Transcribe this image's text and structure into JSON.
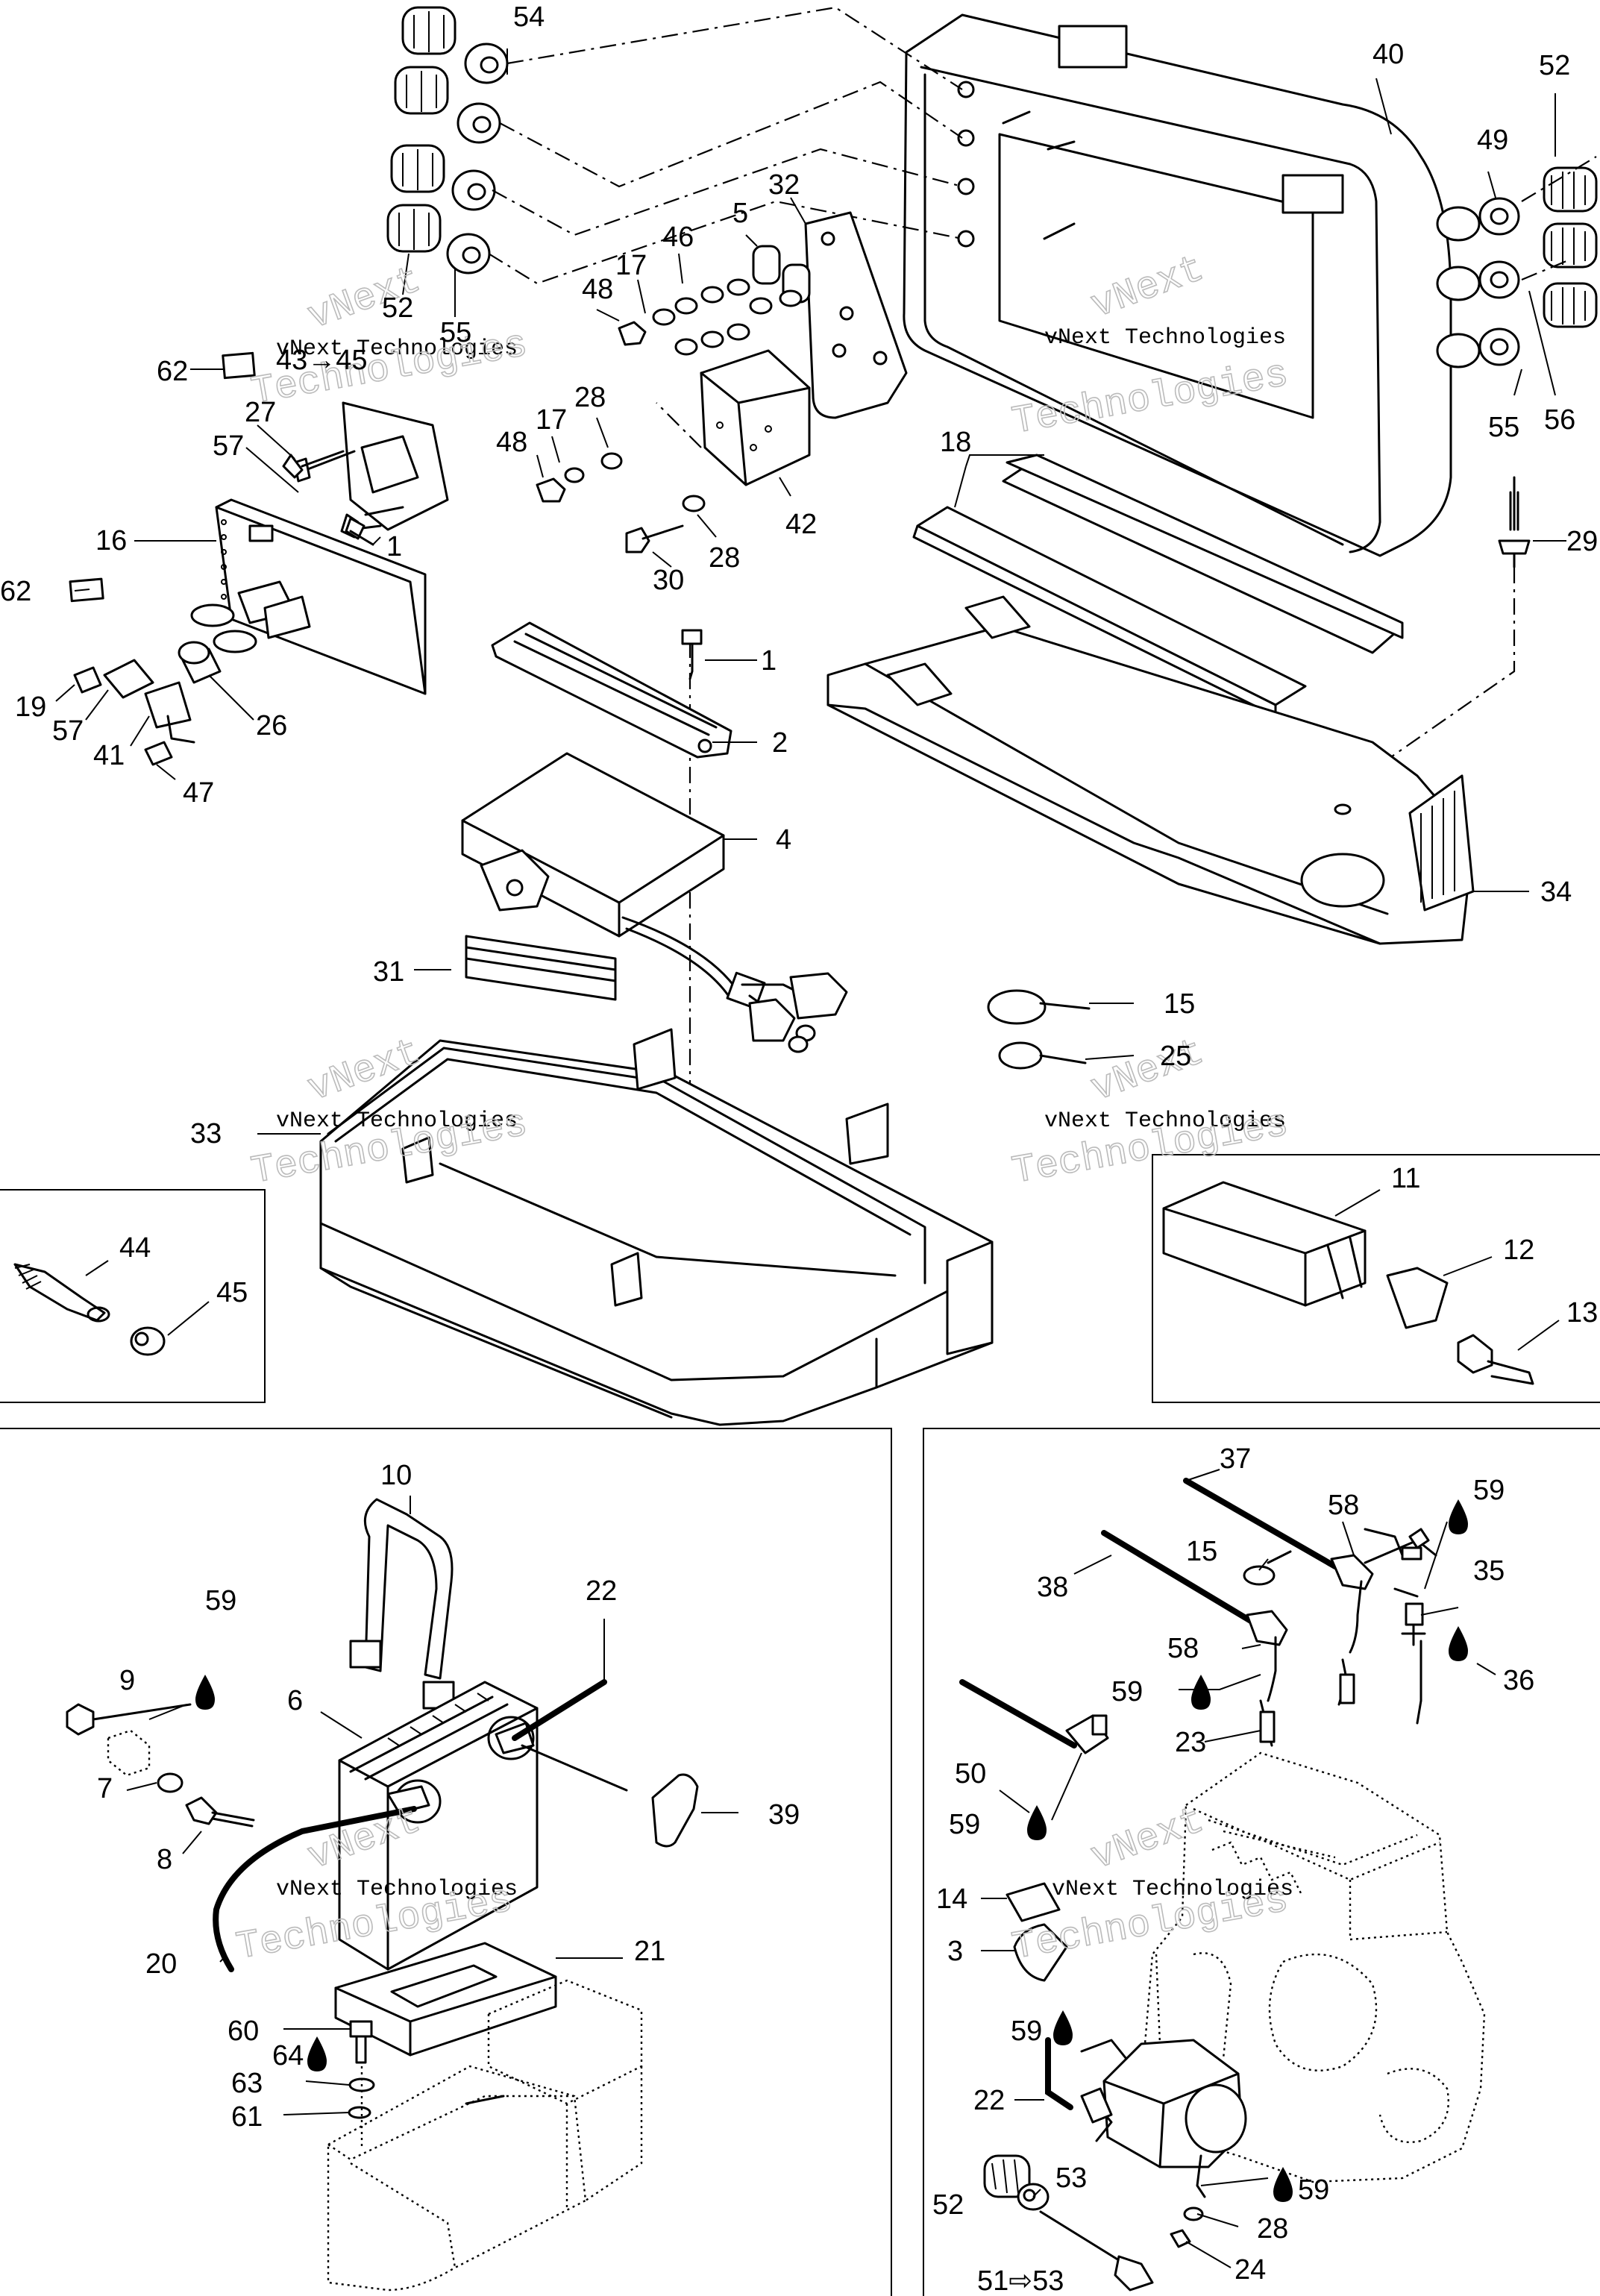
{
  "callouts": {
    "c1a": "1",
    "c1b": "1",
    "c2": "2",
    "c3": "3",
    "c4": "4",
    "c5": "5",
    "c6": "6",
    "c7": "7",
    "c8": "8",
    "c9": "9",
    "c10": "10",
    "c11": "11",
    "c12": "12",
    "c13": "13",
    "c14": "14",
    "c15a": "15",
    "c15b": "15",
    "c16": "16",
    "c17a": "17",
    "c17b": "17",
    "c18": "18",
    "c19": "19",
    "c20": "20",
    "c21": "21",
    "c22a": "22",
    "c22b": "22",
    "c23": "23",
    "c24": "24",
    "c25": "25",
    "c26": "26",
    "c27": "27",
    "c28a": "28",
    "c28b": "28",
    "c28c": "28",
    "c29": "29",
    "c30": "30",
    "c31": "31",
    "c32": "32",
    "c33": "33",
    "c34": "34",
    "c35": "35",
    "c36": "36",
    "c37": "37",
    "c38": "38",
    "c39": "39",
    "c40": "40",
    "c41": "41",
    "c42": "42",
    "c43": "43→45",
    "c44": "44",
    "c45": "45",
    "c46": "46",
    "c47": "47",
    "c48a": "48",
    "c48b": "48",
    "c49": "49",
    "c50": "50",
    "c51": "51⇨53",
    "c52a": "52",
    "c52b": "52",
    "c52c": "52",
    "c53": "53",
    "c54": "54",
    "c55a": "55",
    "c55b": "55",
    "c56": "56",
    "c57a": "57",
    "c57b": "57",
    "c58a": "58",
    "c58b": "58",
    "c59a": "59",
    "c59b": "59",
    "c59c": "59",
    "c59d": "59",
    "c59e": "59",
    "c59f": "59",
    "c60": "60",
    "c61": "61",
    "c62a": "62",
    "c62b": "62",
    "c63": "63",
    "c64": "64"
  },
  "watermark": {
    "line1": "vNext Technologies",
    "line2a": "vNext",
    "line2b": "Technologies"
  },
  "colors": {
    "ink": "#000000",
    "paper": "#ffffff",
    "watermark_outline": "#bbbbbb"
  }
}
